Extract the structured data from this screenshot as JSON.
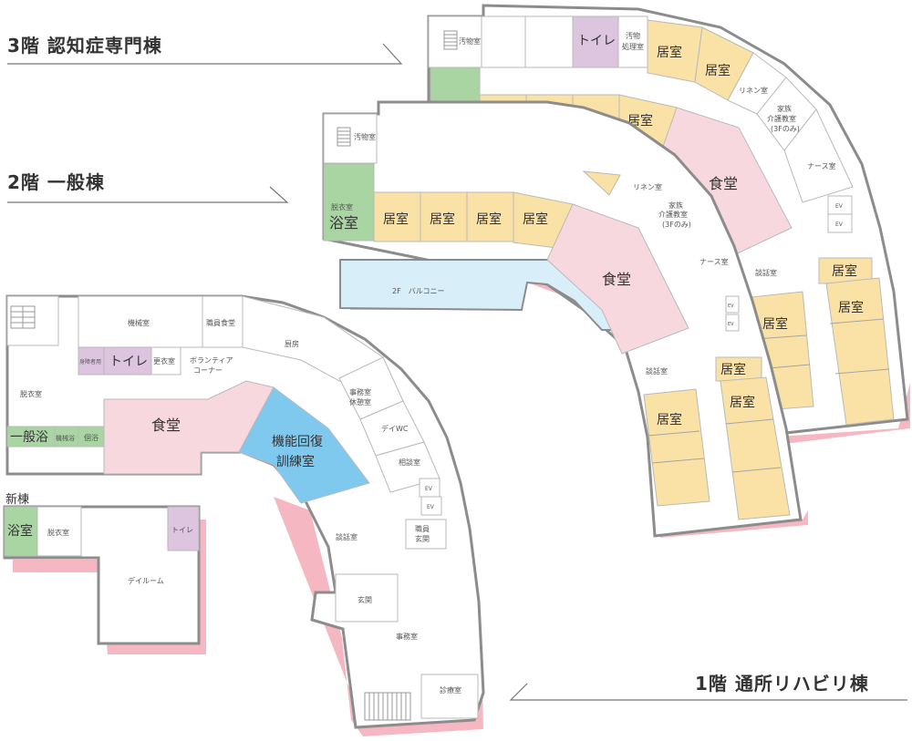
{
  "floors": {
    "f3": {
      "title": "3階 認知症専門棟"
    },
    "f2": {
      "title": "2階 一般棟"
    },
    "f1": {
      "title": "1階 通所リハビリ棟"
    }
  },
  "colors": {
    "bedroom": "#fae2a6",
    "toilet": "#ddc4df",
    "bath": "#a9d5a3",
    "dining": "#f8d8df",
    "rehab": "#7fc9ef",
    "balcony": "#d8eef8",
    "shadow": "#f5b8c2"
  },
  "labels": {
    "f3_soiled": "汚物室",
    "f3_toilet": "トイレ",
    "f3_soiled2": "汚物",
    "f3_soiled2b": "処理室",
    "f3_bed": "居室",
    "f3_linen": "リネン室",
    "f3_family1": "家族",
    "f3_family2": "介護教室",
    "f3_family3": "(3Fのみ)",
    "f3_nurse": "ナース室",
    "f3_dining": "食堂",
    "f3_lounge": "談話室",
    "f3_ev": "EV",
    "f2_soiled": "汚物室",
    "f2_dress": "脱衣室",
    "f2_bath": "浴室",
    "f2_bed": "居室",
    "f2_linen": "リネン室",
    "f2_family1": "家族",
    "f2_family2": "介護教室",
    "f2_family3": "(3Fのみ)",
    "f2_nurse": "ナース室",
    "f2_dining": "食堂",
    "f2_balcony": "2F　バルコニー",
    "f2_lounge": "談話室",
    "f2_ev": "EV",
    "f1_machine": "機械室",
    "f1_staffdine": "職員食堂",
    "f1_kitchen": "厨房",
    "f1_disabled": "身障者用",
    "f1_toilet": "トイレ",
    "f1_change": "更衣室",
    "f1_volunteer1": "ボランティア",
    "f1_volunteer2": "コーナー",
    "f1_dress": "脱衣室",
    "f1_office_rest1": "事務室",
    "f1_office_rest2": "休憩室",
    "f1_daywc": "デイWC",
    "f1_dining": "食堂",
    "f1_rehab1": "機能回復",
    "f1_rehab2": "訓練室",
    "f1_general_bath": "一般浴",
    "f1_machine_bath": "機械浴",
    "f1_bath_small": "個浴",
    "f1_consult": "相談室",
    "f1_ev": "EV",
    "f1_lounge": "談話室",
    "f1_staff_ent1": "職員",
    "f1_staff_ent2": "玄関",
    "f1_entrance": "玄関",
    "f1_office": "事務室",
    "f1_clinic": "診療室",
    "new_title": "新棟",
    "new_bath": "浴室",
    "new_dress": "脱衣室",
    "new_toilet": "トイレ",
    "new_dayroom": "デイルーム"
  }
}
